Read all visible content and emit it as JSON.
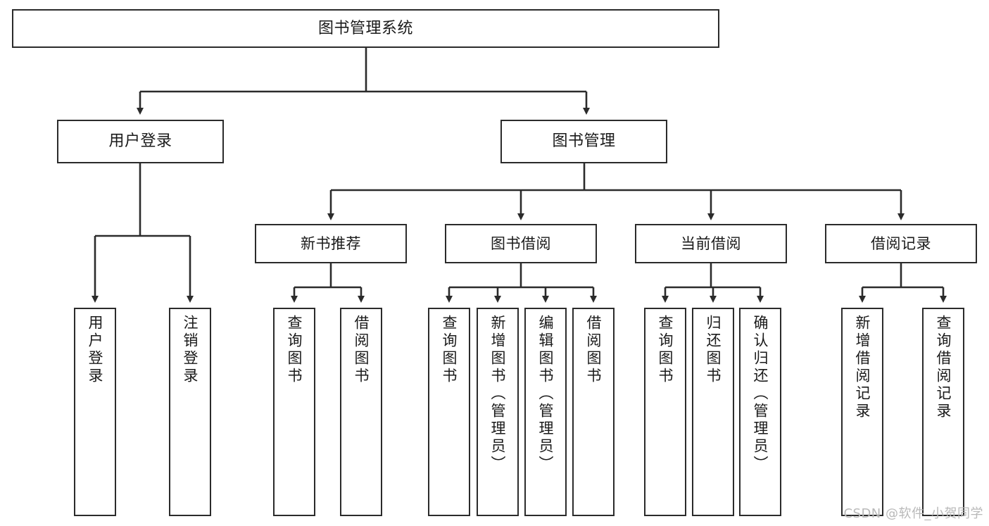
{
  "diagram": {
    "title": "图书管理系统",
    "type": "tree",
    "root": {
      "id": "root",
      "label": "图书管理系统"
    },
    "level2": [
      {
        "id": "user-login",
        "label": "用户登录"
      },
      {
        "id": "book-manage",
        "label": "图书管理"
      }
    ],
    "level3": [
      {
        "id": "new-book-rec",
        "label": "新书推荐",
        "parent": "book-manage"
      },
      {
        "id": "book-borrow",
        "label": "图书借阅",
        "parent": "book-manage"
      },
      {
        "id": "current-borrow",
        "label": "当前借阅",
        "parent": "book-manage"
      },
      {
        "id": "borrow-record",
        "label": "借阅记录",
        "parent": "book-manage"
      }
    ],
    "leaves": [
      {
        "id": "leaf-user-login",
        "label": "用户登录",
        "parent": "user-login"
      },
      {
        "id": "leaf-user-logout",
        "label": "注销登录",
        "parent": "user-login"
      },
      {
        "id": "leaf-query-book-1",
        "label": "查询图书",
        "parent": "new-book-rec"
      },
      {
        "id": "leaf-borrow-book-1",
        "label": "借阅图书",
        "parent": "new-book-rec"
      },
      {
        "id": "leaf-query-book-2",
        "label": "查询图书",
        "parent": "book-borrow"
      },
      {
        "id": "leaf-add-book",
        "label": "新增图书（管理员）",
        "parent": "book-borrow"
      },
      {
        "id": "leaf-edit-book",
        "label": "编辑图书（管理员）",
        "parent": "book-borrow"
      },
      {
        "id": "leaf-borrow-book-2",
        "label": "借阅图书",
        "parent": "book-borrow"
      },
      {
        "id": "leaf-query-book-3",
        "label": "查询图书",
        "parent": "current-borrow"
      },
      {
        "id": "leaf-return-book",
        "label": "归还图书",
        "parent": "current-borrow"
      },
      {
        "id": "leaf-confirm-return",
        "label": "确认归还（管理员）",
        "parent": "current-borrow"
      },
      {
        "id": "leaf-add-record",
        "label": "新增借阅记录",
        "parent": "borrow-record"
      },
      {
        "id": "leaf-query-record",
        "label": "查询借阅记录",
        "parent": "borrow-record"
      }
    ]
  },
  "watermark": {
    "text": "CSDN @软件_小贺同学"
  },
  "colors": {
    "border": "#2b2b2b",
    "background": "#ffffff",
    "text": "#1a1a1a",
    "watermark": "#b9b9b9"
  }
}
